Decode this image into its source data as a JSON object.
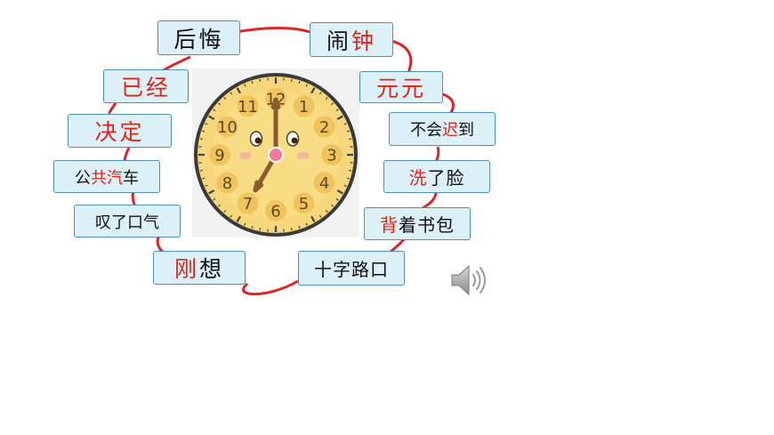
{
  "colors": {
    "ring": "#d9262c",
    "box_fill": "#dcf0f8",
    "box_border": "#4f8fb0",
    "highlight": "#e0241b",
    "clock_face": "#f6d77b",
    "clock_rim": "#3a3a3a"
  },
  "words": {
    "houhui": [
      {
        "t": "后",
        "r": false
      },
      {
        "t": "悔",
        "r": false
      }
    ],
    "naozhong": [
      {
        "t": "闹",
        "r": false
      },
      {
        "t": "钟",
        "r": true
      }
    ],
    "yuanyuan": [
      {
        "t": "元",
        "r": true
      },
      {
        "t": "元",
        "r": true
      }
    ],
    "buhuichidao": [
      {
        "t": "不",
        "r": false
      },
      {
        "t": "会",
        "r": false
      },
      {
        "t": "迟",
        "r": true
      },
      {
        "t": "到",
        "r": false
      }
    ],
    "xilelian": [
      {
        "t": "洗",
        "r": true
      },
      {
        "t": "了",
        "r": false
      },
      {
        "t": "脸",
        "r": false
      }
    ],
    "beizheshubao": [
      {
        "t": "背",
        "r": true
      },
      {
        "t": "着",
        "r": false
      },
      {
        "t": "书",
        "r": false
      },
      {
        "t": "包",
        "r": false
      }
    ],
    "shizilukou": [
      {
        "t": "十",
        "r": false
      },
      {
        "t": "字",
        "r": false
      },
      {
        "t": "路",
        "r": false
      },
      {
        "t": "口",
        "r": false
      }
    ],
    "gangxiang": [
      {
        "t": "刚",
        "r": true
      },
      {
        "t": "想",
        "r": false
      }
    ],
    "tanlekouqi": [
      {
        "t": "叹",
        "r": false
      },
      {
        "t": "了",
        "r": false
      },
      {
        "t": "口",
        "r": false
      },
      {
        "t": "气",
        "r": false
      }
    ],
    "gonggongqiche": [
      {
        "t": "公",
        "r": false
      },
      {
        "t": "共",
        "r": true
      },
      {
        "t": "汽",
        "r": true
      },
      {
        "t": "车",
        "r": false
      }
    ],
    "jueding": [
      {
        "t": "决",
        "r": true
      },
      {
        "t": "定",
        "r": true
      }
    ],
    "yijing": [
      {
        "t": "已",
        "r": true
      },
      {
        "t": "经",
        "r": true
      }
    ]
  },
  "clock": {
    "numbers": [
      "12",
      "1",
      "2",
      "3",
      "4",
      "5",
      "6",
      "7",
      "8",
      "9",
      "10",
      "11"
    ],
    "time": "7:00",
    "hour": 7,
    "minute": 0
  },
  "audio": {
    "icon": "speaker-icon"
  }
}
